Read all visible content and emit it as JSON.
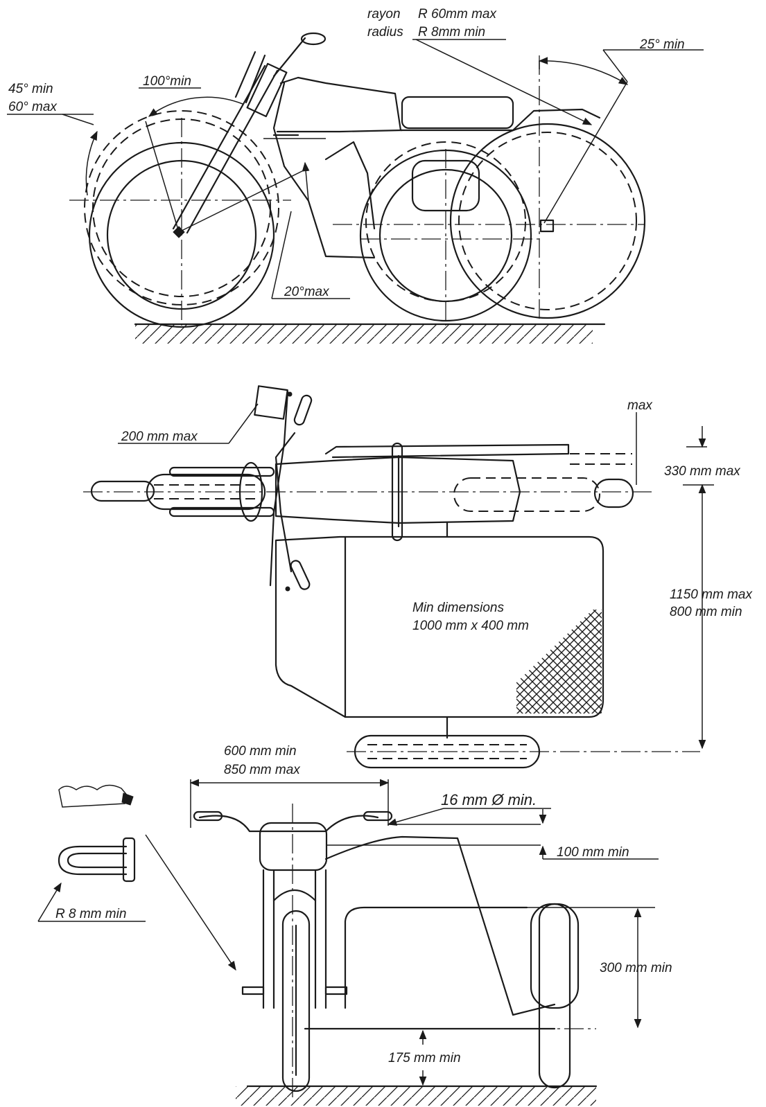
{
  "side_view": {
    "rayon_word": "rayon",
    "rayon_value": "R 60mm max",
    "radius_word": "radius",
    "radius_value": "R  8mm min",
    "angle_rear": "25° min",
    "angle_front_min": "45° min",
    "angle_front_max": "60° max",
    "angle_steer": "100°min",
    "angle_lower": "20°max"
  },
  "top_view": {
    "mirror_limit": "200 mm max",
    "max_word": "max",
    "handlebar_offset": "330 mm max",
    "track_max": "1150 mm max",
    "track_min": "800 mm min",
    "platform_line1": "Min dimensions",
    "platform_line2": "1000 mm x 400 mm"
  },
  "front_view": {
    "width_min": "600 mm min",
    "width_max": "850 mm max",
    "grip_diameter": "16 mm Ø min.",
    "grip_height": "100 mm min",
    "shackle_radius": "R 8 mm min",
    "platform_height": "300 mm min",
    "ground_clearance": "175 mm min"
  }
}
